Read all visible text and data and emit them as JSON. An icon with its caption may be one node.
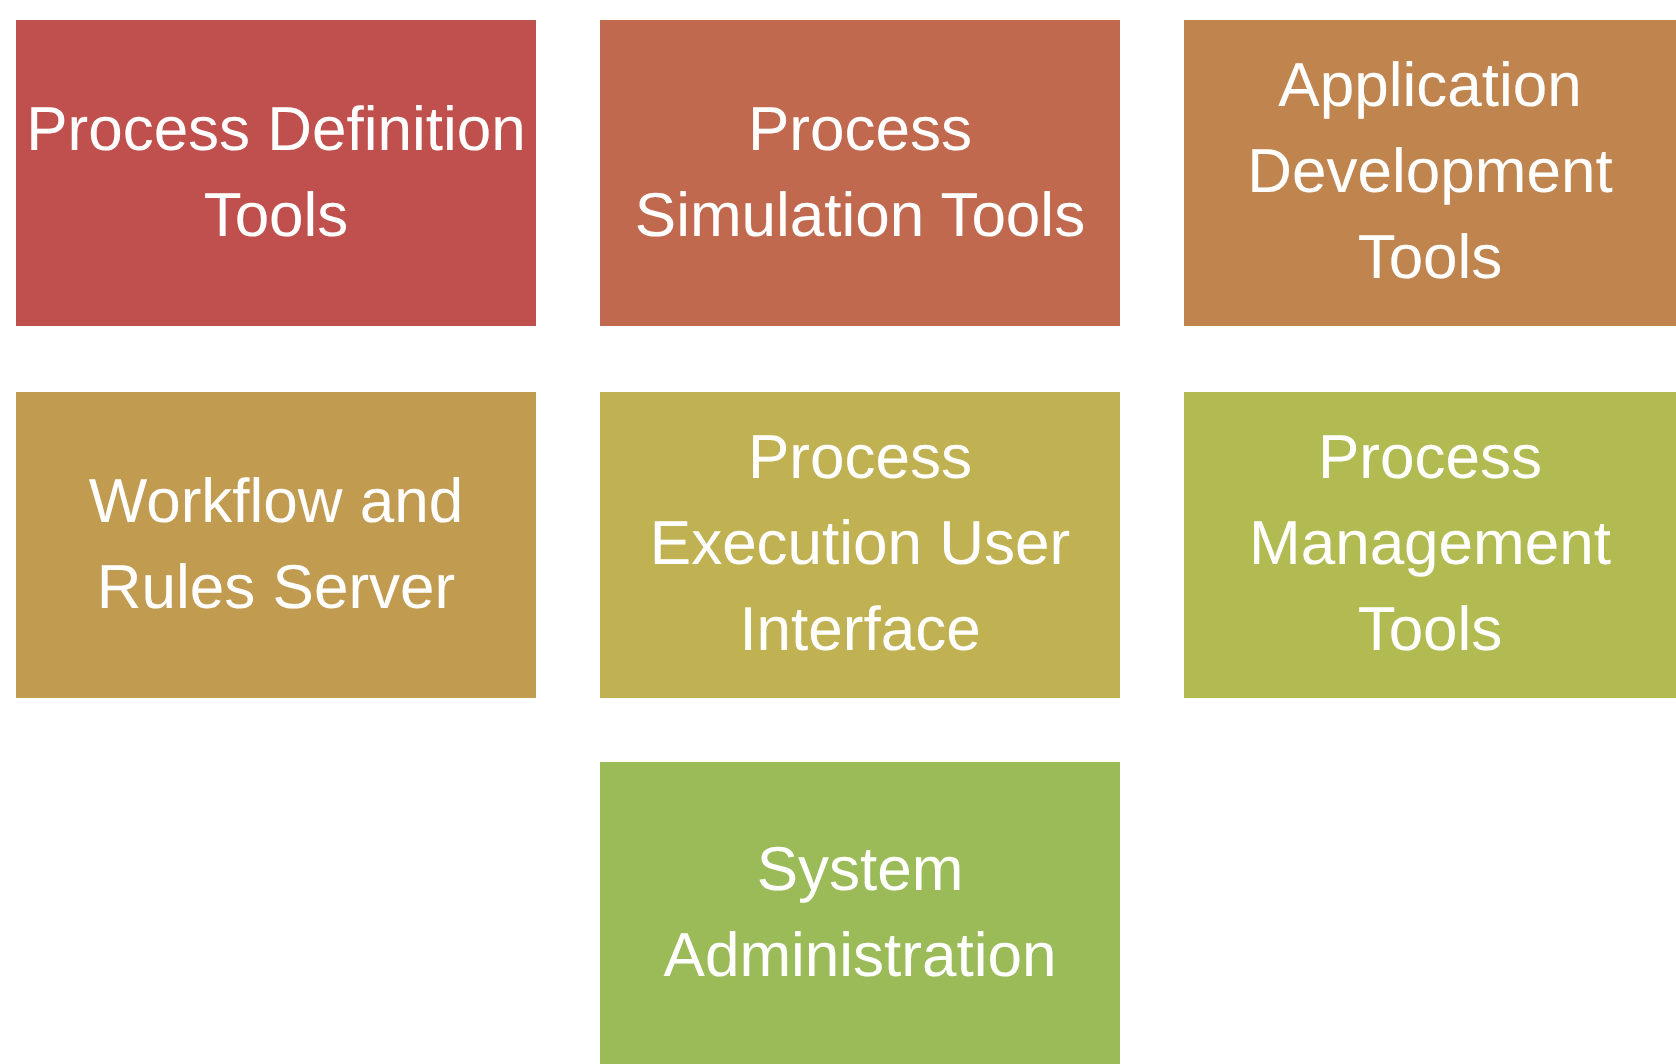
{
  "diagram": {
    "nodes": [
      {
        "text": [
          "Process Definition Tools"
        ]
      },
      {
        "text": [
          "Process Simulation Tools"
        ]
      },
      {
        "text": [
          "Application Development Tools"
        ]
      },
      {
        "text": [
          "Workflow and Rules Server"
        ]
      },
      {
        "text": [
          "Process Execution User Interface"
        ]
      },
      {
        "text": [
          "Process Management Tools"
        ]
      },
      {
        "text": [
          "System Administration"
        ]
      }
    ]
  }
}
